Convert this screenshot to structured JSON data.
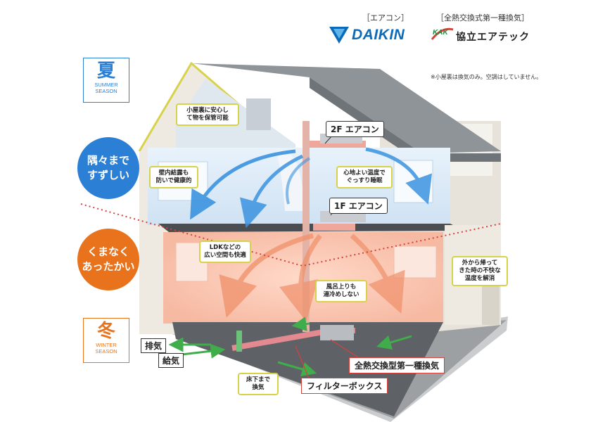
{
  "brands": {
    "aircon_label": "［エアコン］",
    "ventilation_label": "［全熱交換式第一種換気］",
    "daikin": "DAIKIN",
    "kak": "KAK",
    "kyoritsu": "協立エアテック"
  },
  "note": "※小屋裏は換気のみ。空調はしていません。",
  "summer": {
    "kanji": "夏",
    "en_line1": "SUMMER",
    "en_line2": "SEASON",
    "line1": "隅々まで",
    "line2": "すずしい"
  },
  "winter": {
    "kanji": "冬",
    "en_line1": "WINTER",
    "en_line2": "SEASON",
    "line1": "くまなく",
    "line2": "あったかい"
  },
  "labels": {
    "ac_2f": "2F エアコン",
    "ac_1f": "1F エアコン",
    "exhaust": "排気",
    "supply": "給気",
    "hrv": "全熱交換型第一種換気",
    "filter_box": "フィルターボックス"
  },
  "callouts": {
    "attic": [
      "小屋裏に安心し",
      "て物を保管可能"
    ],
    "condensation": [
      "壁内結露も",
      "防いで健康的"
    ],
    "sleep": [
      "心地よい温度で",
      "ぐっすり睡眠"
    ],
    "ldk": [
      "LDKなどの",
      "広い空間も快適"
    ],
    "bath": [
      "風呂上りも",
      "湯冷めしない"
    ],
    "return_home": [
      "外から帰って",
      "きた時の不快な",
      "温度を解消"
    ],
    "underfloor": [
      "床下まで",
      "換気"
    ]
  },
  "colors": {
    "summer_blue": "#2b7fd4",
    "winter_orange": "#e8731c",
    "daikin_blue": "#0b6bb8",
    "kak_green": "#1d8a3a",
    "roof": "#8f9499",
    "callout_border": "#d8d24a",
    "dotted_line": "#d8403a"
  },
  "icons": [
    "daikin-triangle-logo",
    "kak-swoosh-logo",
    "cool-air-arrow",
    "warm-air-arrow",
    "fresh-air-arrow",
    "duct-pipe"
  ]
}
